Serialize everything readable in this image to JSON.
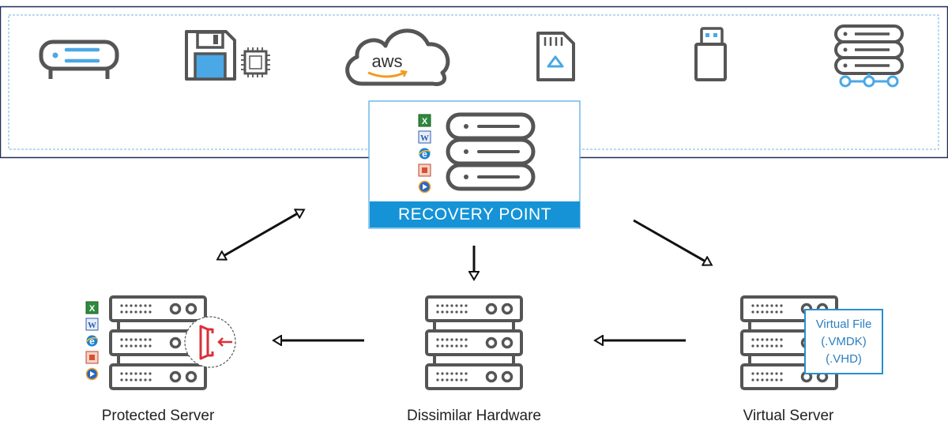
{
  "recovery_point": {
    "label": "RECOVERY POINT"
  },
  "targets": {
    "protected": {
      "label": "Protected Server"
    },
    "dissimilar": {
      "label": "Dissimilar Hardware"
    },
    "virtual": {
      "label": "Virtual Server"
    }
  },
  "virtual_file": {
    "line1": "Virtual File",
    "line2": "(.VMDK)",
    "line3": "(.VHD)"
  },
  "cloud": {
    "label": "aws"
  },
  "colors": {
    "accent_blue": "#1593d6",
    "icon_gray": "#555555",
    "light_blue_icon": "#4aa8e6",
    "frame_navy": "#1c2f5c",
    "dashed_blue": "#6fb4e0",
    "aws_orange": "#f29a1e",
    "red_badge": "#d9303a"
  },
  "storage_icons": [
    "nas-icon",
    "floppy-icon",
    "chip-icon",
    "aws-cloud-icon",
    "sd-card-icon",
    "usb-drive-icon",
    "network-storage-icon"
  ],
  "app_icons": [
    "excel-icon",
    "word-icon",
    "ie-icon",
    "access-icon",
    "media-player-icon"
  ]
}
